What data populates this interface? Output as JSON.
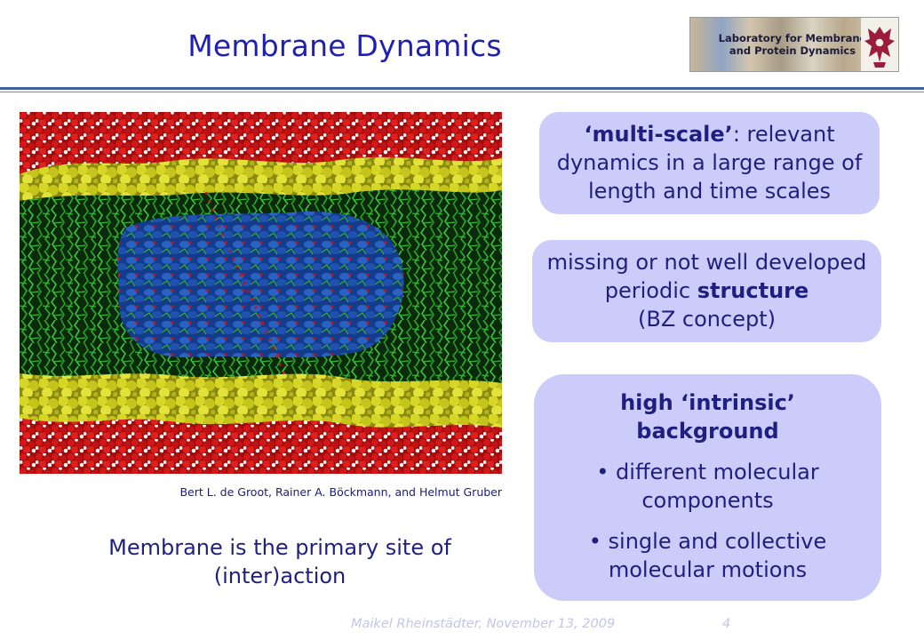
{
  "slide": {
    "title": "Membrane Dynamics",
    "logo_text_line1": "Laboratory for Membrane",
    "logo_text_line2": "and Protein Dynamics",
    "credit": "Bert L. de Groot, Rainer A. Böckmann, and Helmut Gruber",
    "statement_line1": "Membrane is the primary site of",
    "statement_line2": "(inter)action"
  },
  "boxes": {
    "box1": {
      "bold": "‘multi-scale’",
      "rest1": ": relevant",
      "line2": "dynamics in a large range of",
      "line3": "length and time scales"
    },
    "box2": {
      "line1": "missing or not well developed",
      "line2_pre": "periodic ",
      "line2_bold": "structure",
      "line3": "(BZ concept)"
    },
    "box3": {
      "heading1": "high ‘intrinsic’",
      "heading2": "background",
      "bullet1_line1": "• different molecular",
      "bullet1_line2": "components",
      "bullet2_line1": "• single and collective",
      "bullet2_line2": "molecular motions"
    }
  },
  "footer": {
    "author_date": "Maikel Rheinstädter, November 13, 2009",
    "page": "4"
  },
  "colors": {
    "title": "#1f1fb4",
    "box_fill": "#ccccfa",
    "text_dark_blue": "#1f1f80",
    "rule": "#3c64a0",
    "footer": "#c4c4ec"
  }
}
